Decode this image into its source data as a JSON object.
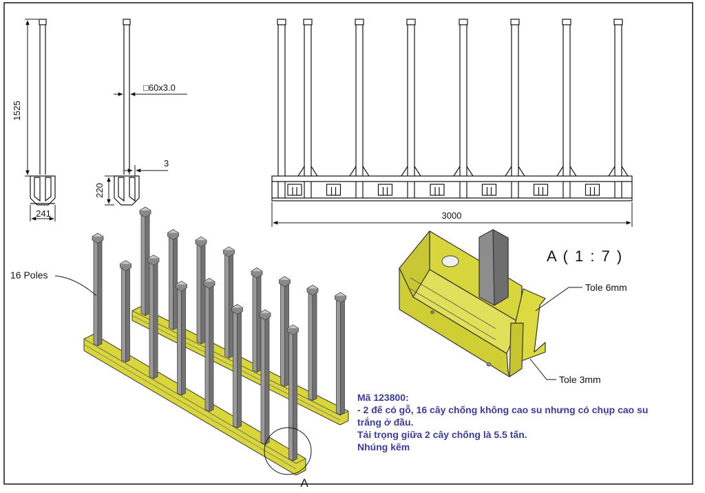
{
  "drawing": {
    "dimensions": {
      "height_pole": "1525",
      "tube_section": "□60x3.0",
      "plate_thickness": "3",
      "base_height": "220",
      "base_width": "241",
      "length": "3000"
    },
    "labels": {
      "poles": "16 Poles",
      "detail_title": "A ( 1 : 7 )",
      "tole_6": "Tole 6mm",
      "tole_3": "Tole 3mm",
      "detail_marker": "A"
    },
    "notes": [
      "Mã 123800:",
      "- 2 đế có gỗ, 16 cây chống không cao su nhưng có chụp cao su",
      "trắng ở đầu.",
      "Tải trọng giữa 2 cây chống là 5.5 tấn.",
      "Nhúng kẽm"
    ],
    "colors": {
      "base_yellow": "#d8d63a",
      "pole_grey": "#8e8e8e",
      "note_blue": "#3a3a9e"
    }
  }
}
